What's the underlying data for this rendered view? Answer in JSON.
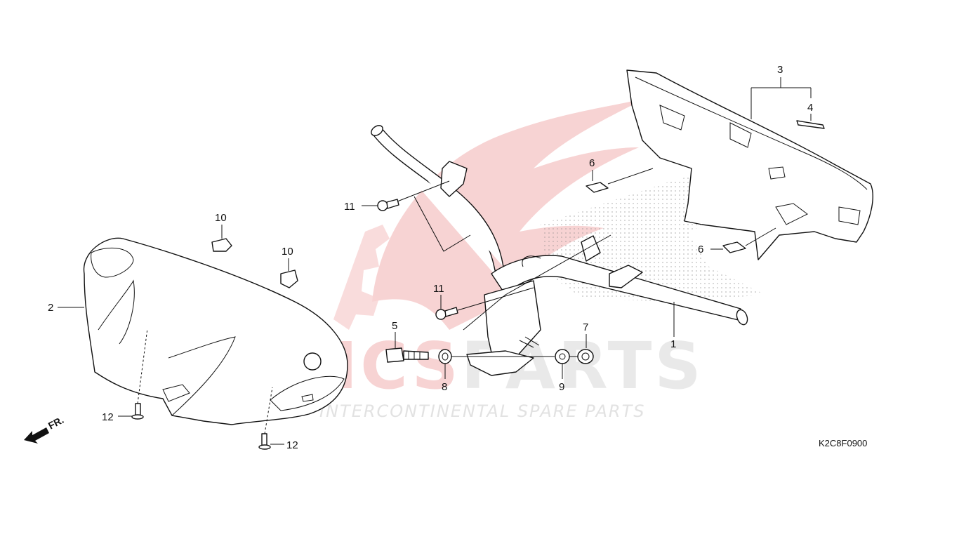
{
  "watermark": {
    "brand_left": "ICS",
    "brand_right": "PARTS",
    "tagline": "INTERCONTINENTAL SPARE PARTS"
  },
  "diagram_code": "K2C8F0900",
  "front_marker": "FR.",
  "callouts": {
    "c1": "1",
    "c2": "2",
    "c3": "3",
    "c4": "4",
    "c5": "5",
    "c6a": "6",
    "c6b": "6",
    "c7": "7",
    "c8": "8",
    "c9": "9",
    "c10a": "10",
    "c10b": "10",
    "c11a": "11",
    "c11b": "11",
    "c12a": "12",
    "c12b": "12"
  }
}
